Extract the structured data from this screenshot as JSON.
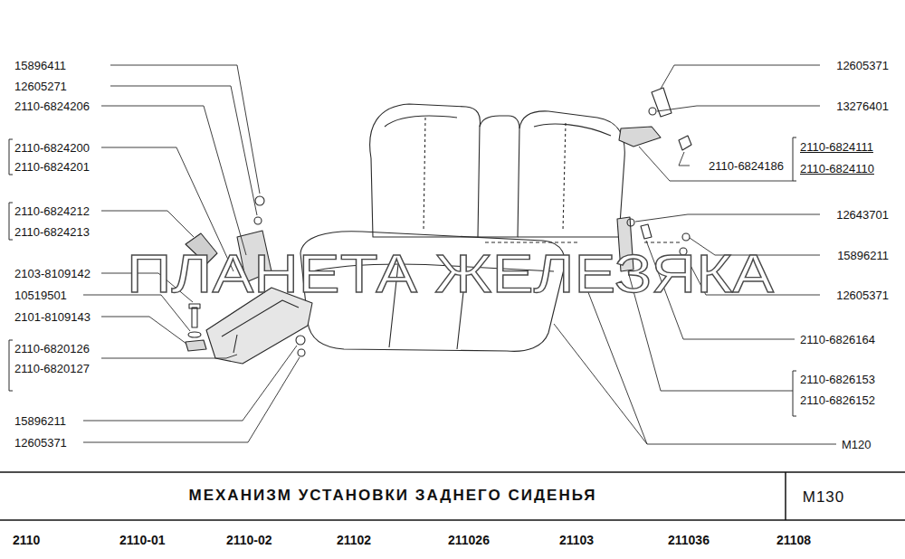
{
  "diagram": {
    "title": "МЕХАНИЗМ УСТАНОВКИ ЗАДНЕГО СИДЕНЬЯ",
    "labels": [
      "15896411",
      "12605271",
      "2110-6824206",
      "2110-6824200",
      "2110-6824201",
      "2110-6824212",
      "2110-6824213",
      "2103-8109142",
      "10519501",
      "2101-8109143",
      "2110-6820126",
      "2110-6820127",
      "15896211",
      "12605371",
      "12605371",
      "13276401",
      "2110-6824111",
      "2110-6824110",
      "2110-6824186",
      "12643701",
      "15896211",
      "12605371",
      "2110-6826164",
      "2110-6826153",
      "2110-6826152",
      "М120",
      "ПЛАНЕТА ЖЕЛЕЗЯКА",
      "М130",
      "2110",
      "2110-01",
      "2110-02",
      "21102",
      "211026",
      "21103",
      "211036",
      "21108"
    ]
  }
}
